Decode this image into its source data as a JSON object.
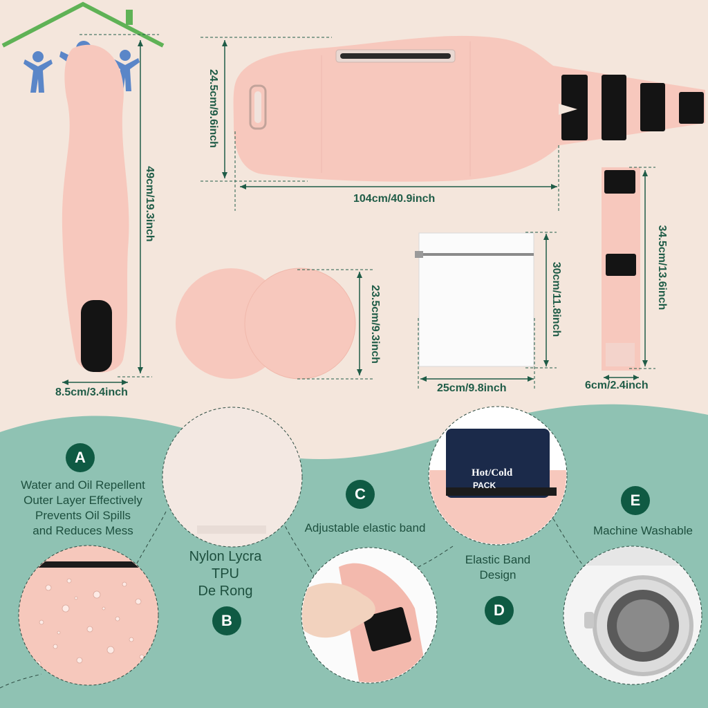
{
  "logo": {
    "name": "family-house-logo",
    "colors": {
      "roof": "#5fb256",
      "figures": "#5a86c8"
    }
  },
  "dimensions": {
    "belt_length": "104cm/40.9inch",
    "belt_height": "24.5cm/9.6inch",
    "strap_length": "49cm/19.3inch",
    "strap_width": "8.5cm/3.4inch",
    "pad_diameter": "23.5cm/9.3inch",
    "bag_height": "30cm/11.8inch",
    "bag_width": "25cm/9.8inch",
    "extender_length": "34.5cm/13.6inch",
    "extender_width": "6cm/2.4inch"
  },
  "features": {
    "a": {
      "letter": "A",
      "lines": [
        "Water and Oil Repellent",
        "Outer Layer Effectively",
        "Prevents Oil Spills",
        "and Reduces Mess"
      ]
    },
    "b": {
      "letter": "B",
      "lines": [
        "Nylon Lycra",
        "TPU",
        "De Rong"
      ]
    },
    "c": {
      "letter": "C",
      "text": "Adjustable elastic band"
    },
    "d": {
      "letter": "D",
      "lines": [
        "Elastic Band",
        "Design"
      ]
    },
    "e": {
      "letter": "E",
      "text": "Machine Washable"
    }
  },
  "pack": {
    "title": "Hot/Cold",
    "subtitle": "PACK"
  },
  "colors": {
    "background": "#f4e6dc",
    "teal": "#8fc2b3",
    "pink": "#f7c8bd",
    "dark_green": "#0f5a43",
    "text_green": "#1f5c47",
    "navy": "#1b2a4a"
  }
}
